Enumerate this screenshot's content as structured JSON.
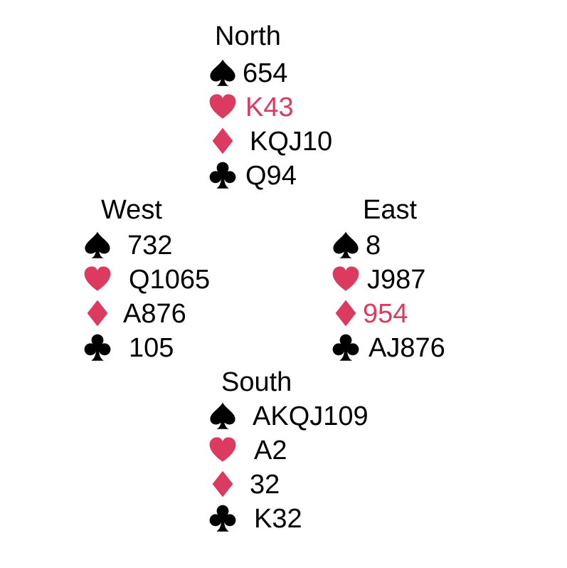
{
  "colors": {
    "red": "#dc3b5f",
    "black": "#000000"
  },
  "hands": {
    "north": {
      "label": "North",
      "spades": {
        "icon": "spade-icon",
        "cards": "654",
        "cards_color": "#000000"
      },
      "hearts": {
        "icon": "heart-icon",
        "cards": "K43",
        "cards_color": "#dc3b5f"
      },
      "diamonds": {
        "icon": "diamond-icon",
        "cards": "KQJ10",
        "cards_color": "#000000"
      },
      "clubs": {
        "icon": "club-icon",
        "cards": "Q94",
        "cards_color": "#000000"
      }
    },
    "west": {
      "label": "West",
      "spades": {
        "icon": "spade-icon",
        "cards": "732",
        "cards_color": "#000000"
      },
      "hearts": {
        "icon": "heart-icon",
        "cards": "Q1065",
        "cards_color": "#000000"
      },
      "diamonds": {
        "icon": "diamond-icon",
        "cards": "A876",
        "cards_color": "#000000"
      },
      "clubs": {
        "icon": "club-icon",
        "cards": "105",
        "cards_color": "#000000"
      }
    },
    "east": {
      "label": "East",
      "spades": {
        "icon": "spade-icon",
        "cards": "8",
        "cards_color": "#000000"
      },
      "hearts": {
        "icon": "heart-icon",
        "cards": "J987",
        "cards_color": "#000000"
      },
      "diamonds": {
        "icon": "diamond-icon",
        "cards": "954",
        "cards_color": "#dc3b5f"
      },
      "clubs": {
        "icon": "club-icon",
        "cards": "AJ876",
        "cards_color": "#000000"
      }
    },
    "south": {
      "label": "South",
      "spades": {
        "icon": "spade-icon",
        "cards": "AKQJ109",
        "cards_color": "#000000"
      },
      "hearts": {
        "icon": "heart-icon",
        "cards": "A2",
        "cards_color": "#000000"
      },
      "diamonds": {
        "icon": "diamond-icon",
        "cards": "32",
        "cards_color": "#000000"
      },
      "clubs": {
        "icon": "club-icon",
        "cards": "K32",
        "cards_color": "#000000"
      }
    }
  }
}
